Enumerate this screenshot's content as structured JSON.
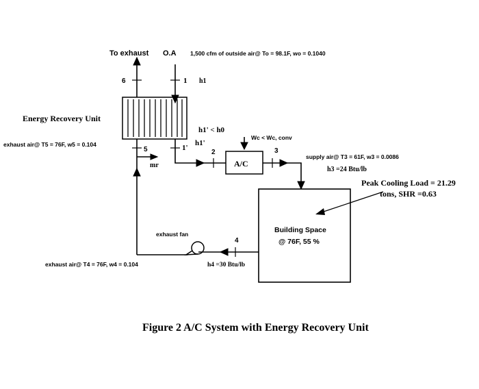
{
  "labels": {
    "to_exhaust": "To exhaust",
    "oa": "O.A",
    "outside_air_spec": "1,500 cfm of outside air@ To = 98.1F, wo = 0.1040",
    "state_6": "6",
    "state_1": "1",
    "h1": "h1",
    "eru_title": "Energy Recovery Unit",
    "h1p_lt_h0": "h1' < h0",
    "h1p": "h1'",
    "state_1p": "1'",
    "state_5": "5",
    "mr": "mr",
    "state_2": "2",
    "state_3": "3",
    "state_4": "4",
    "work_condition": "Wc < Wc, conv",
    "ac_unit": "A/C",
    "exhaust_air_5": "exhaust air@ T5 = 76F, w5 = 0.104",
    "supply_air_3": "supply air@ T3 = 61F, w3 = 0.0086",
    "h3": "h3 =24 Btu/lb",
    "peak_load_line1": "Peak Cooling Load = 21.29",
    "peak_load_line2": "tons, SHR =0.63",
    "building_line1": "Building Space",
    "building_line2": "@ 76F, 55 %",
    "exhaust_fan": "exhaust fan",
    "exhaust_air_4": "exhaust air@ T4 = 76F, w4 = 0.104",
    "h4": "h4 =30 Btu/lb",
    "figure_caption": "Figure 2 A/C System with Energy Recovery Unit"
  }
}
